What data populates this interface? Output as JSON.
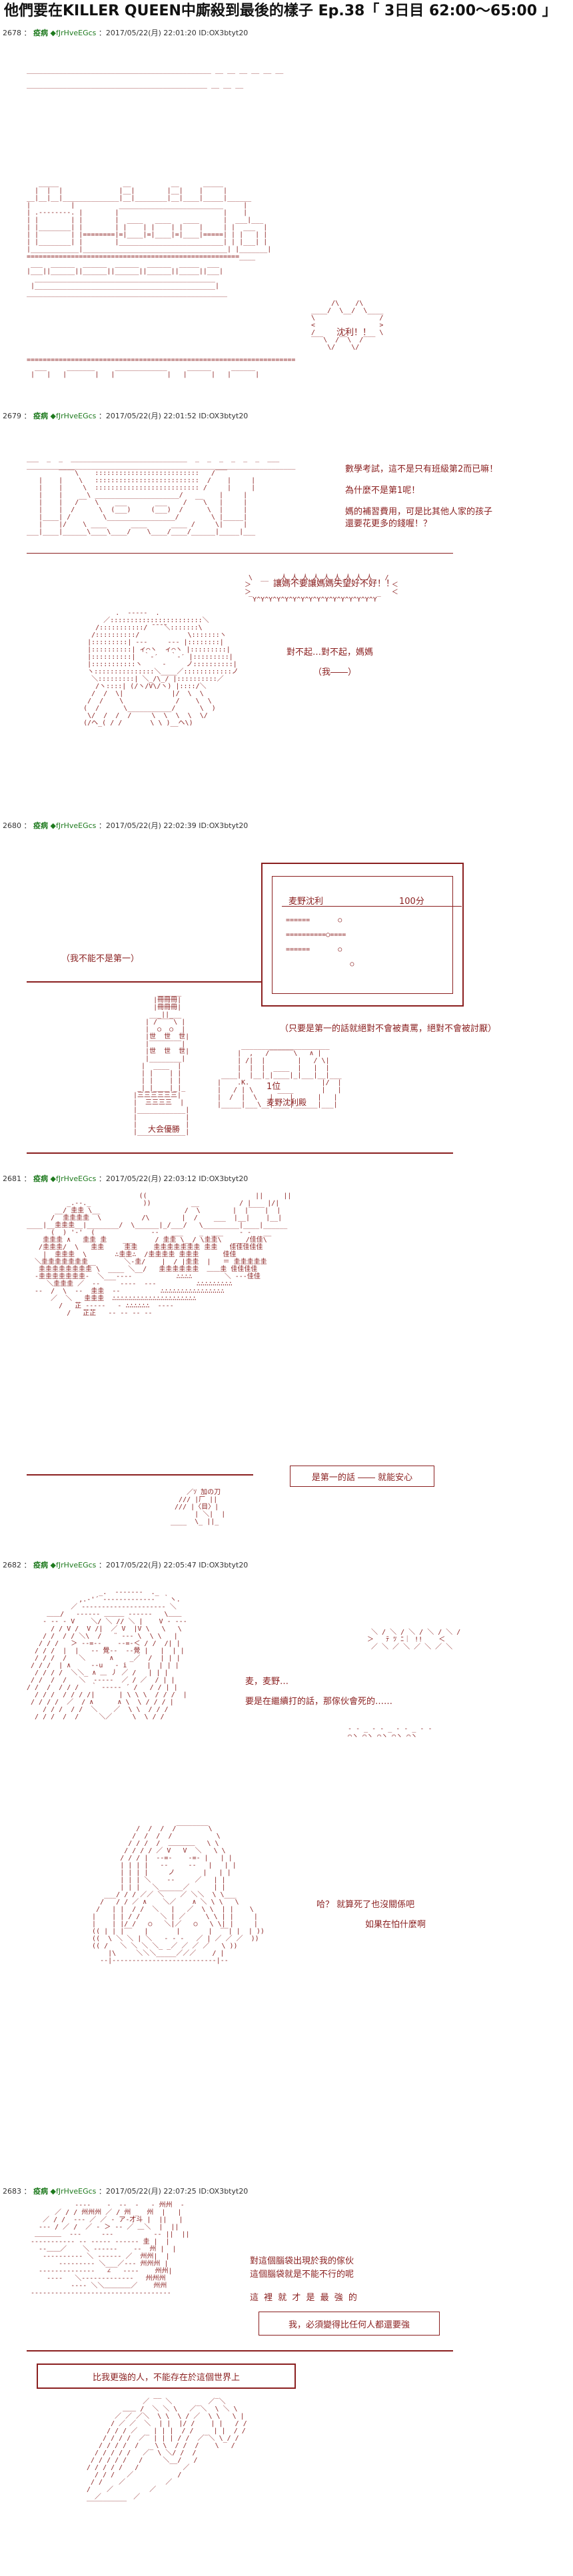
{
  "page": {
    "title": "他們要在KILLER QUEEN中廝殺到最後的樣子 Ep.38「 3日目 62:00～65:00 」"
  },
  "posts": [
    {
      "num": "2678",
      "name": "疫病",
      "trip": "◆fJrHveEGcs",
      "meta": "：2017/05/22(月) 22:01:20 ID:OX3btyt20",
      "dialog": [
        "沈利！！"
      ]
    },
    {
      "num": "2679",
      "name": "疫病",
      "trip": "◆fJrHveEGcs",
      "meta": "：2017/05/22(月) 22:01:52 ID:OX3btyt20",
      "dialog": [
        "數學考試，這不是只有班級第2而已嘛！",
        "為什麼不是第1呢！",
        "媽的補習費用，可是比其他人家的孩子",
        "還要花更多的錢喔！？",
        "讓媽不要讓媽媽失望好不好！！",
        "對不起…對不起，媽媽",
        "（我――）"
      ]
    },
    {
      "num": "2680",
      "name": "疫病",
      "trip": "◆fJrHveEGcs",
      "meta": "：2017/05/22(月) 22:02:39 ID:OX3btyt20",
      "dialog": [
        "（我不能不是第一）",
        "（只要是第一的話就絕對不會被責罵，絕對不會被討厭）"
      ],
      "scoreboard": {
        "name": "麦野沈利",
        "score": "100分"
      },
      "trophy": {
        "line1": "大会優勝",
        "rank": "1位",
        "plate": "麦野沈利殿"
      }
    },
    {
      "num": "2681",
      "name": "疫病",
      "trip": "◆fJrHveEGcs",
      "meta": "：2017/05/22(月) 22:03:12 ID:OX3btyt20",
      "dialog": [
        "是第一的話 ―― 就能安心"
      ]
    },
    {
      "num": "2682",
      "name": "疫病",
      "trip": "◆fJrHveEGcs",
      "meta": "：2017/05/22(月) 22:05:47 ID:OX3btyt20",
      "dialog": [
        "麦，麦野…",
        "要是在繼續打的話，那傢伙會死的……",
        "哈？ 就算死了也沒關係吧",
        "如果在怕什麼啊"
      ]
    },
    {
      "num": "2683",
      "name": "疫病",
      "trip": "◆fJrHveEGcs",
      "meta": "：2017/05/22(月) 22:07:25 ID:OX3btyt20",
      "dialog": [
        "對這個腦袋出現於我的傢伙",
        "這個腦袋就是不能不行的呢",
        "這 裡 就 才 是 最 強 的",
        "我，必須變得比任何人都還要強",
        "比我更強的人，不能存在於這個世界上"
      ]
    }
  ]
}
